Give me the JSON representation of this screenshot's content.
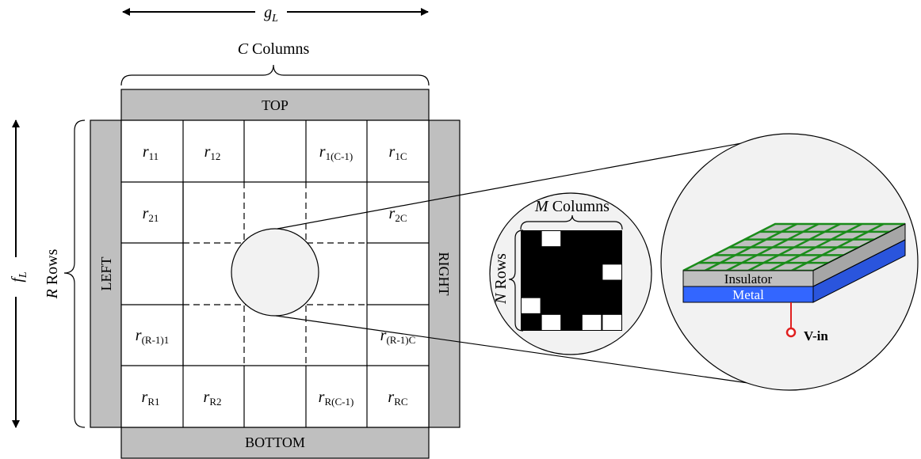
{
  "dimensions": {
    "g": "g",
    "g_sub": "L",
    "f": "f",
    "f_sub": "L"
  },
  "columns_label": {
    "var": "C",
    "text": " Columns"
  },
  "rows_label": {
    "var": "R",
    "text": " Rows"
  },
  "sides": {
    "top": "TOP",
    "bottom": "BOTTOM",
    "left": "LEFT",
    "right": "RIGHT"
  },
  "cells": {
    "r11": {
      "base": "r",
      "sub": "11"
    },
    "r12": {
      "base": "r",
      "sub": "12"
    },
    "r1c1": {
      "base": "r",
      "sub": "1(C-1)"
    },
    "r1c": {
      "base": "r",
      "sub": "1C"
    },
    "r21": {
      "base": "r",
      "sub": "21"
    },
    "r2c": {
      "base": "r",
      "sub": "2C"
    },
    "rr11": {
      "base": "r",
      "sub": "(R-1)1"
    },
    "rr1c": {
      "base": "r",
      "sub": "(R-1)C"
    },
    "rr1": {
      "base": "r",
      "sub": "R1"
    },
    "rr2": {
      "base": "r",
      "sub": "R2"
    },
    "rrc1": {
      "base": "r",
      "sub": "R(C-1)"
    },
    "rrc": {
      "base": "r",
      "sub": "RC"
    }
  },
  "zoom1": {
    "columns_var": "M",
    "columns_text": " Columns",
    "rows_var": "N",
    "rows_text": " Rows",
    "pattern": [
      [
        0,
        1,
        0,
        0,
        0
      ],
      [
        0,
        0,
        0,
        0,
        0
      ],
      [
        0,
        0,
        0,
        0,
        1
      ],
      [
        0,
        0,
        0,
        0,
        0
      ],
      [
        1,
        0,
        0,
        0,
        0
      ],
      [
        0,
        1,
        0,
        1,
        1
      ]
    ]
  },
  "zoom2": {
    "insulator": "Insulator",
    "metal": "Metal",
    "vin": "V-in"
  },
  "colors": {
    "frame": "#bfbfbf",
    "metal": "#3366ff",
    "mesh": "#1a8c1a",
    "pin": "#e02020",
    "black_cell": "#000000"
  }
}
